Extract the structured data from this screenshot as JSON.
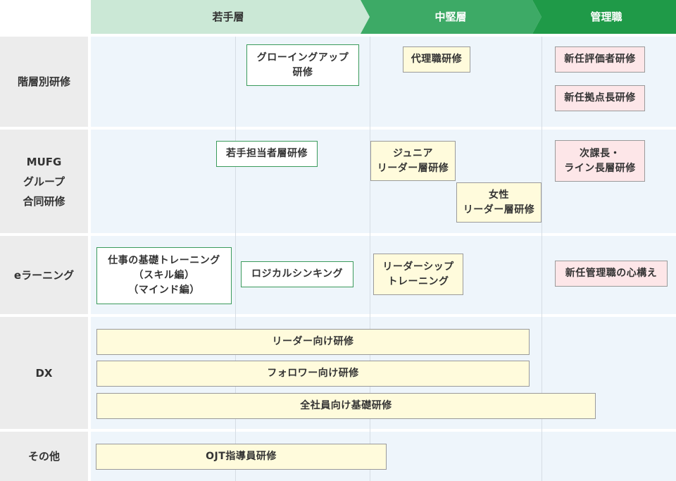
{
  "stages": [
    {
      "label": "若手層"
    },
    {
      "label": "中堅層"
    },
    {
      "label": "管理職"
    }
  ],
  "rows": [
    {
      "label": "階層別研修"
    },
    {
      "label": "MUFG\nグループ\n合同研修"
    },
    {
      "label": "eラーニング"
    },
    {
      "label": "DX"
    },
    {
      "label": "その他"
    }
  ],
  "programs": {
    "growing_up": "グローイングアップ\n研修",
    "deputy": "代理職研修",
    "new_evaluator": "新任評価者研修",
    "new_branch_head": "新任拠点長研修",
    "young_staff": "若手担当者層研修",
    "junior_leader": "ジュニア\nリーダー層研修",
    "female_leader": "女性\nリーダー層研修",
    "section_chief": "次課長・\nライン長層研修",
    "work_basics": "仕事の基礎トレーニング\n（スキル編）\n（マインド編）",
    "logical_thinking": "ロジカルシンキング",
    "leadership": "リーダーシップ\nトレーニング",
    "new_manager_mindset": "新任管理職の心構え",
    "dx_leader": "リーダー向け研修",
    "dx_follower": "フォロワー向け研修",
    "dx_all": "全社員向け基礎研修",
    "ojt": "OJT指導員研修"
  },
  "colors": {
    "stage1": "#cbe8d6",
    "stage2": "#3daa66",
    "stage3": "#1f9a48",
    "box_green_border": "#3a9a5b",
    "box_yellow": "#fffbdc",
    "box_pink": "#fde6e8"
  }
}
